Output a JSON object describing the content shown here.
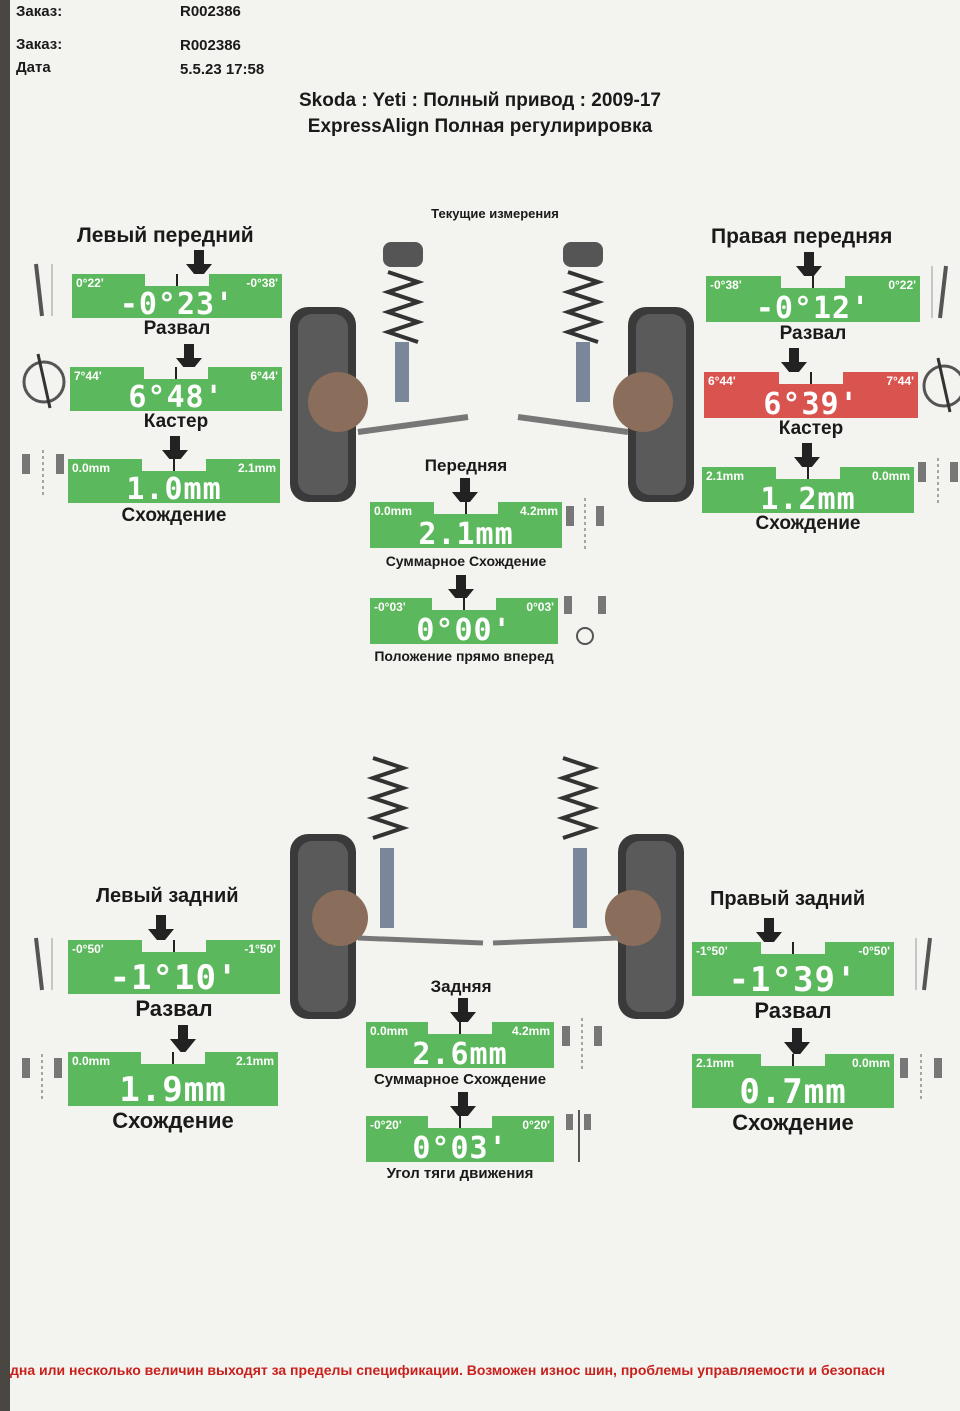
{
  "header": {
    "top_order_label": "Заказ:",
    "top_order_value": "R002386",
    "order_label": "Заказ:",
    "order_value": "R002386",
    "date_label": "Дата",
    "date_value": "5.5.23 17:58"
  },
  "title": {
    "line1": "Skoda : Yeti : Полный привод : 2009-17",
    "line2": "ExpressAlign Полная регулирировка"
  },
  "current_measurements": "Текущие измерения",
  "front": {
    "left": {
      "title": "Левый передний",
      "camber": {
        "min": "0°22'",
        "max": "-0°38'",
        "value": "-0°23'",
        "label": "Развал",
        "status": "ok"
      },
      "caster": {
        "min": "7°44'",
        "max": "6°44'",
        "value": "6°48'",
        "label": "Кастер",
        "status": "ok"
      },
      "toe": {
        "min": "0.0mm",
        "max": "2.1mm",
        "value": "1.0mm",
        "label": "Схождение",
        "status": "ok"
      }
    },
    "right": {
      "title": "Правая передняя",
      "camber": {
        "min": "-0°38'",
        "max": "0°22'",
        "value": "-0°12'",
        "label": "Развал",
        "status": "ok"
      },
      "caster": {
        "min": "6°44'",
        "max": "7°44'",
        "value": "6°39'",
        "label": "Кастер",
        "status": "out"
      },
      "toe": {
        "min": "2.1mm",
        "max": "0.0mm",
        "value": "1.2mm",
        "label": "Схождение",
        "status": "ok"
      }
    },
    "axle_title": "Передняя",
    "total_toe": {
      "min": "0.0mm",
      "max": "4.2mm",
      "value": "2.1mm",
      "label": "Суммарное Схождение"
    },
    "steering": {
      "min": "-0°03'",
      "max": "0°03'",
      "value": "0°00'",
      "label": "Положение прямо вперед"
    }
  },
  "rear": {
    "left": {
      "title": "Левый задний",
      "camber": {
        "min": "-0°50'",
        "max": "-1°50'",
        "value": "-1°10'",
        "label": "Развал"
      },
      "toe": {
        "min": "0.0mm",
        "max": "2.1mm",
        "value": "1.9mm",
        "label": "Схождение"
      }
    },
    "right": {
      "title": "Правый задний",
      "camber": {
        "min": "-1°50'",
        "max": "-0°50'",
        "value": "-1°39'",
        "label": "Развал"
      },
      "toe": {
        "min": "2.1mm",
        "max": "0.0mm",
        "value": "0.7mm",
        "label": "Схождение"
      }
    },
    "axle_title": "Задняя",
    "total_toe": {
      "min": "0.0mm",
      "max": "4.2mm",
      "value": "2.6mm",
      "label": "Суммарное Схождение"
    },
    "thrust": {
      "min": "-0°20'",
      "max": "0°20'",
      "value": "0°03'",
      "label": "Угол тяги движения"
    }
  },
  "footer": "дна или несколько величин выходят за пределы спецификации. Возможен износ шин, проблемы управляемости и безопасн",
  "colors": {
    "ok": "#5cb85c",
    "out": "#d9534f",
    "warning_text": "#c8201c"
  }
}
